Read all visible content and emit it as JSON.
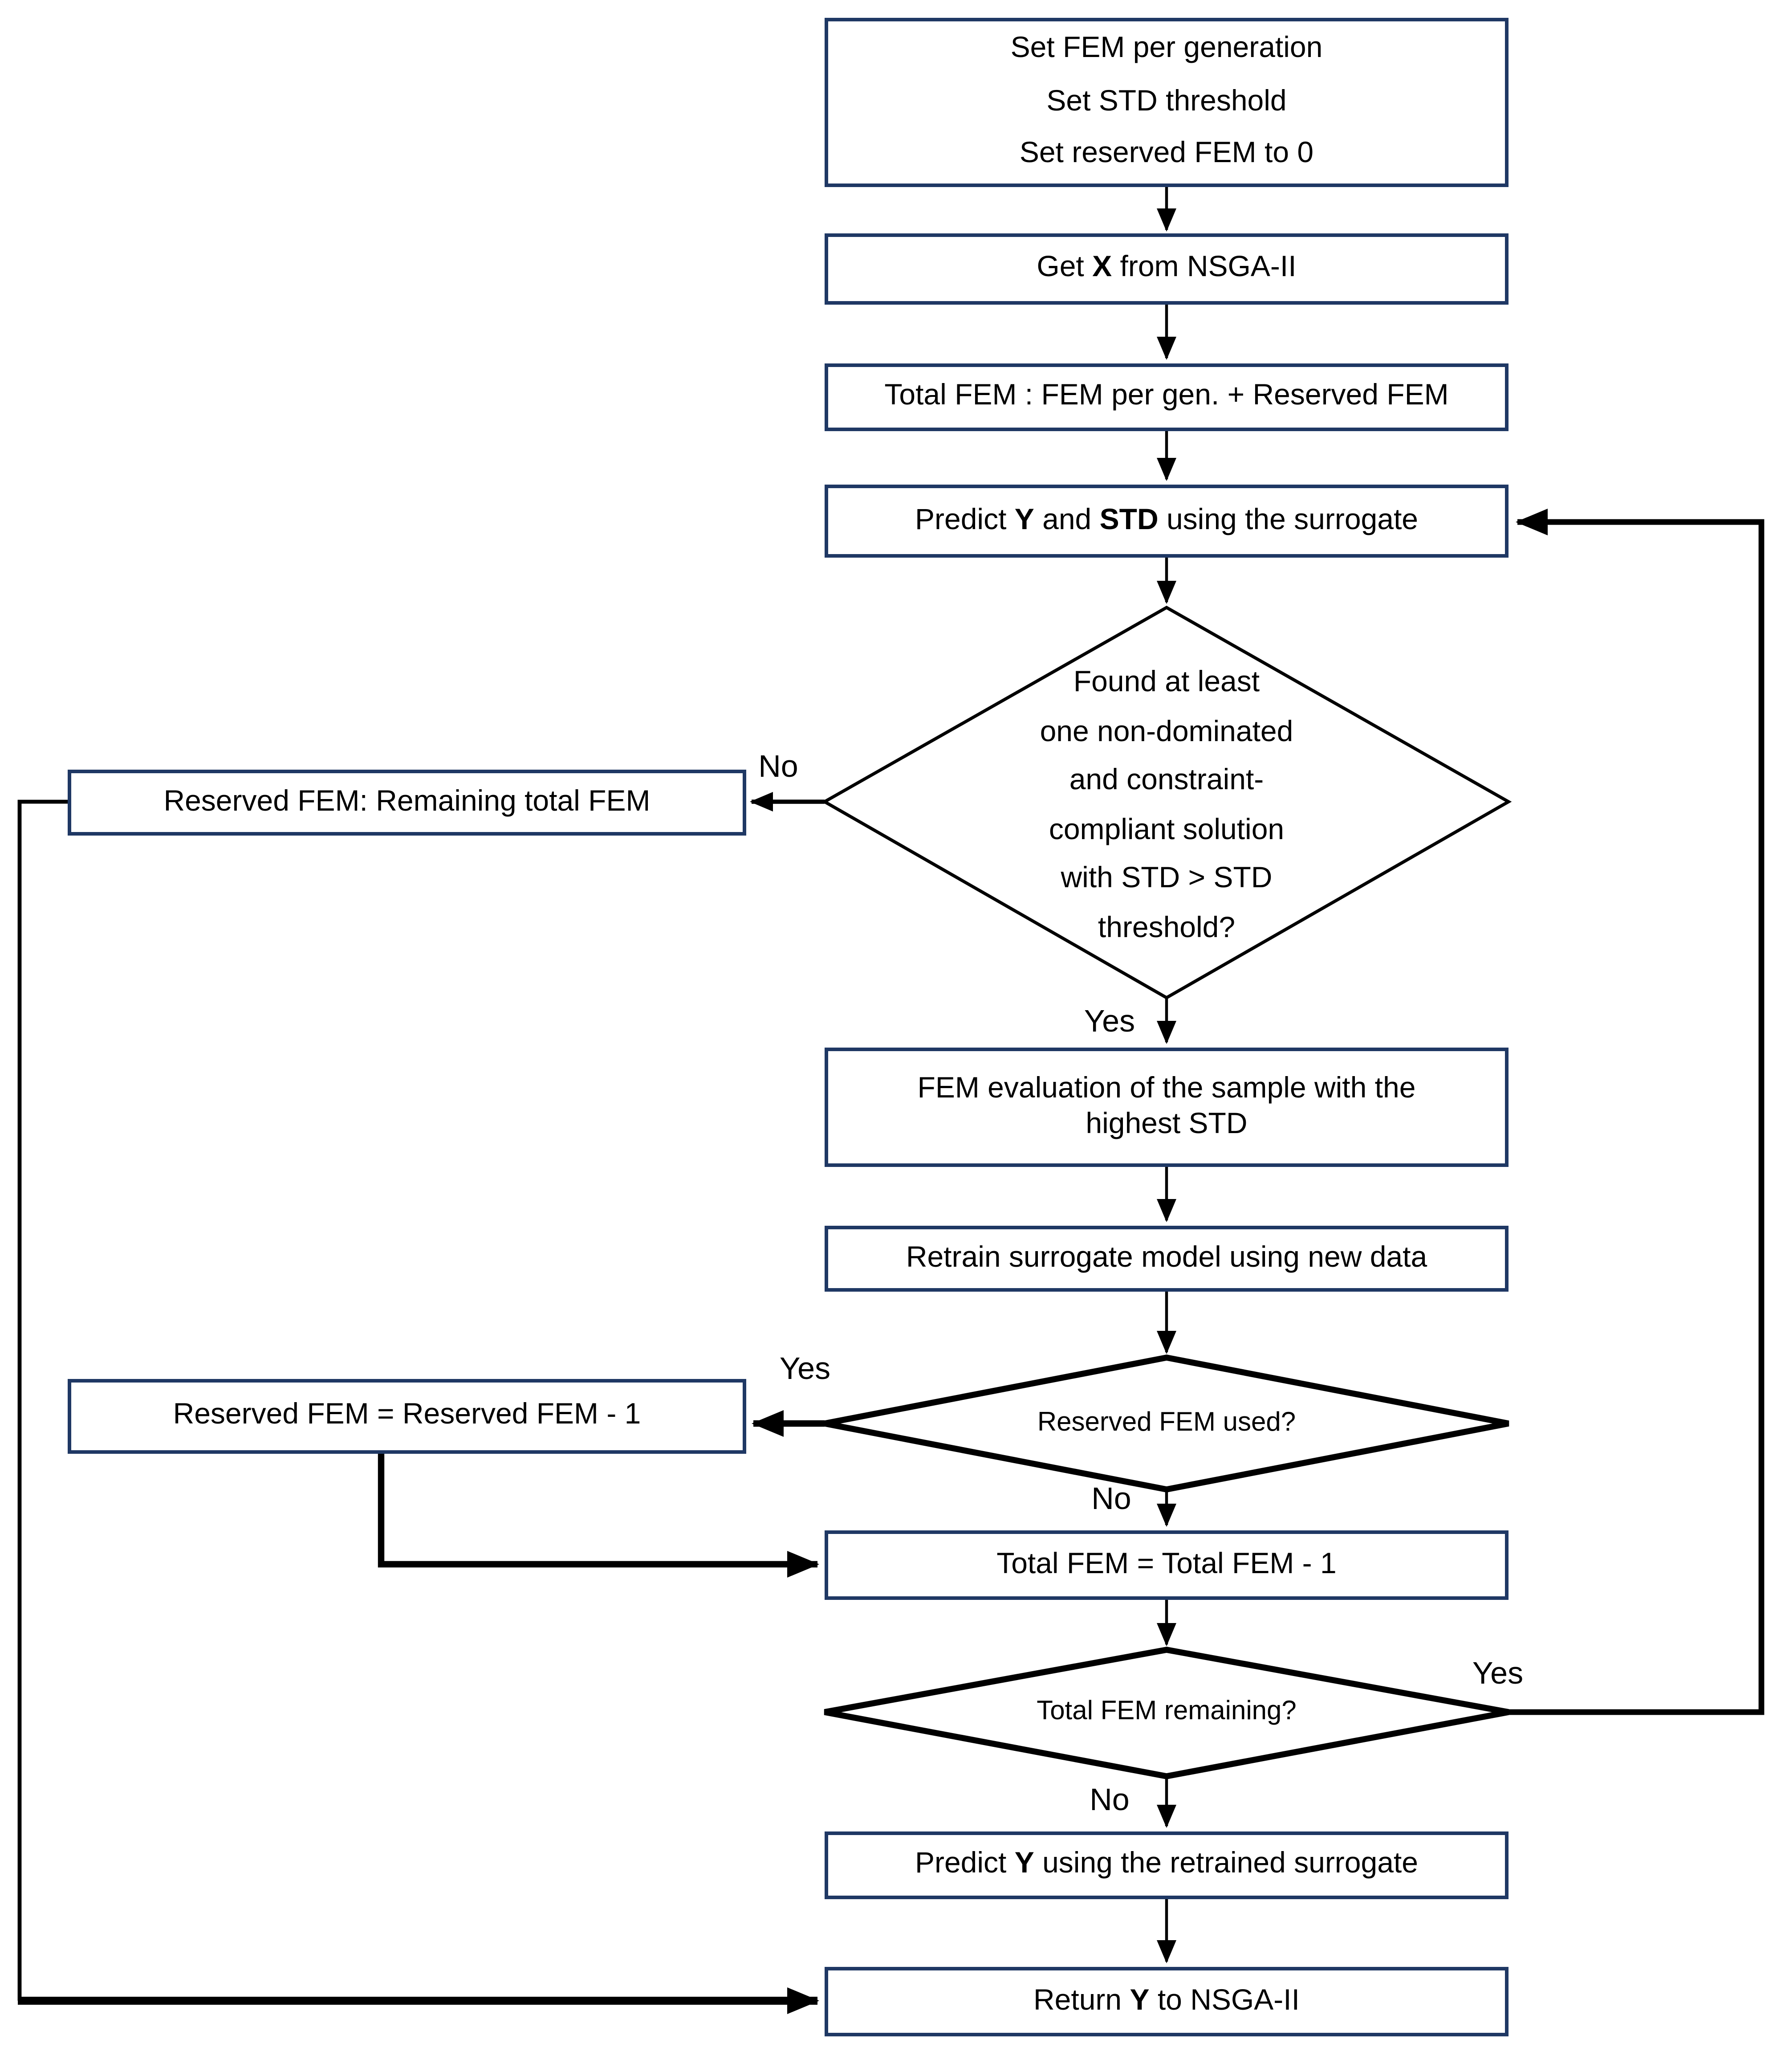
{
  "flowchart": {
    "colors": {
      "box_border": "#1f3864",
      "shape_stroke": "#000000",
      "text": "#000000",
      "background": "#ffffff"
    },
    "nodes": {
      "init": {
        "lines": [
          "Set FEM per generation",
          "Set STD threshold",
          "Set reserved FEM to 0"
        ]
      },
      "get_x": {
        "parts": [
          "Get ",
          "X",
          " from NSGA-II"
        ]
      },
      "total_fem": {
        "label": "Total FEM : FEM per gen. + Reserved FEM"
      },
      "predict_y_std": {
        "parts": [
          "Predict ",
          "Y",
          " and ",
          "STD",
          " using the surrogate"
        ]
      },
      "decision_std": {
        "label": "Found at least\none non-dominated\nand  constraint-\ncompliant solution\nwith STD > STD\nthreshold?"
      },
      "reserved_fem_remaining": {
        "label": "Reserved FEM: Remaining total FEM"
      },
      "fem_evaluation": {
        "label": "FEM evaluation of the sample with the highest STD"
      },
      "retrain": {
        "label": "Retrain surrogate model using new data"
      },
      "decision_reserved": {
        "label": "Reserved FEM used?"
      },
      "reserved_minus": {
        "label": "Reserved FEM = Reserved FEM - 1"
      },
      "total_minus": {
        "label": "Total FEM = Total FEM - 1"
      },
      "decision_total": {
        "label": "Total FEM remaining?"
      },
      "predict_y_retrained": {
        "parts": [
          "Predict ",
          "Y",
          " using the retrained surrogate"
        ]
      },
      "return_y": {
        "parts": [
          "Return ",
          "Y",
          " to NSGA-II"
        ]
      }
    },
    "edge_labels": {
      "no_std": "No",
      "yes_std": "Yes",
      "yes_reserved": "Yes",
      "no_reserved": "No",
      "yes_total": "Yes",
      "no_total": "No"
    }
  }
}
